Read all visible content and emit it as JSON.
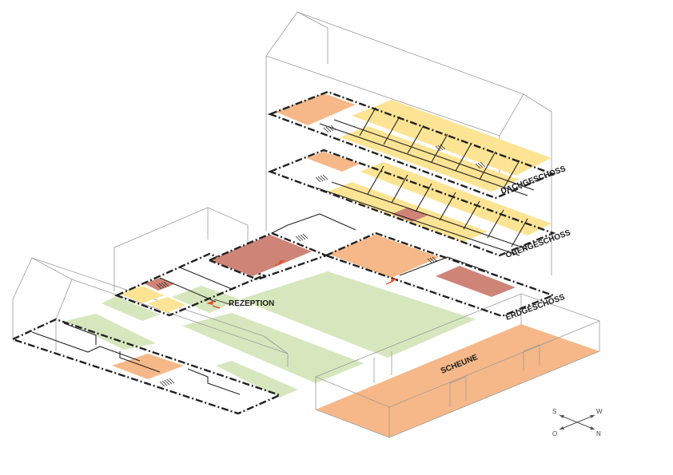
{
  "labels": {
    "dachgeschoss": "DACHGESCHOSS",
    "obergeschoss": "OBERGESCHOSS",
    "erdgeschoss": "ERDGESCHOSS",
    "rezeption": "REZEPTION",
    "scheune": "SCHEUNE"
  },
  "compass": {
    "s": "S",
    "w": "W",
    "o": "O",
    "n": "N"
  },
  "colors": {
    "orange": "#f6b888",
    "salmon": "#cf8478",
    "yellow": "#fde494",
    "green": "#d6e7bd",
    "wall": "#222222",
    "wire": "#9a9a9a",
    "arrow": "#e0562a"
  }
}
